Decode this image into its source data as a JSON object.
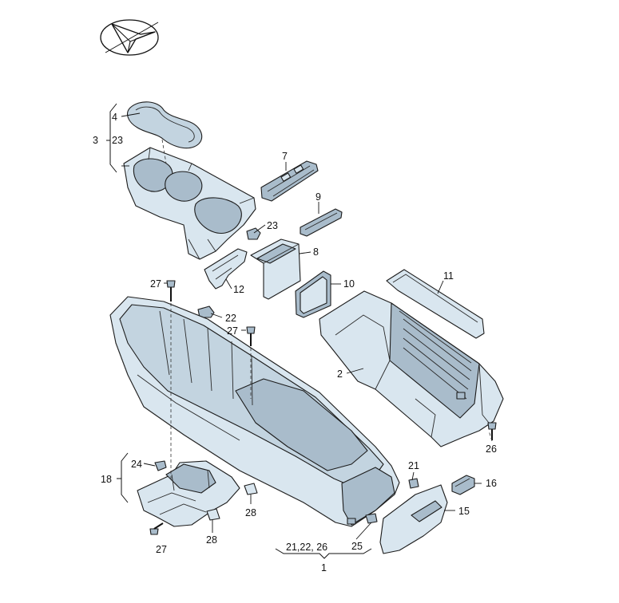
{
  "labels": [
    {
      "key": "p4",
      "text": "4"
    },
    {
      "key": "p3",
      "text": "3"
    },
    {
      "key": "p23a",
      "text": "23"
    },
    {
      "key": "p7",
      "text": "7"
    },
    {
      "key": "p9",
      "text": "9"
    },
    {
      "key": "p23b",
      "text": "23"
    },
    {
      "key": "p8",
      "text": "8"
    },
    {
      "key": "p27a",
      "text": "27"
    },
    {
      "key": "p12",
      "text": "12"
    },
    {
      "key": "p10",
      "text": "10"
    },
    {
      "key": "p11",
      "text": "11"
    },
    {
      "key": "p22",
      "text": "22"
    },
    {
      "key": "p27b",
      "text": "27"
    },
    {
      "key": "p2",
      "text": "2"
    },
    {
      "key": "p26",
      "text": "26"
    },
    {
      "key": "p24",
      "text": "24"
    },
    {
      "key": "p18",
      "text": "18"
    },
    {
      "key": "p28a",
      "text": "28"
    },
    {
      "key": "p21",
      "text": "21"
    },
    {
      "key": "p16",
      "text": "16"
    },
    {
      "key": "p15",
      "text": "15"
    },
    {
      "key": "p28b",
      "text": "28"
    },
    {
      "key": "p27c",
      "text": "27"
    },
    {
      "key": "p25",
      "text": "25"
    },
    {
      "key": "p212226",
      "text": "21,22, 26"
    },
    {
      "key": "p1",
      "text": "1"
    }
  ],
  "logo": {
    "name": "orientation-arrow-icon"
  }
}
